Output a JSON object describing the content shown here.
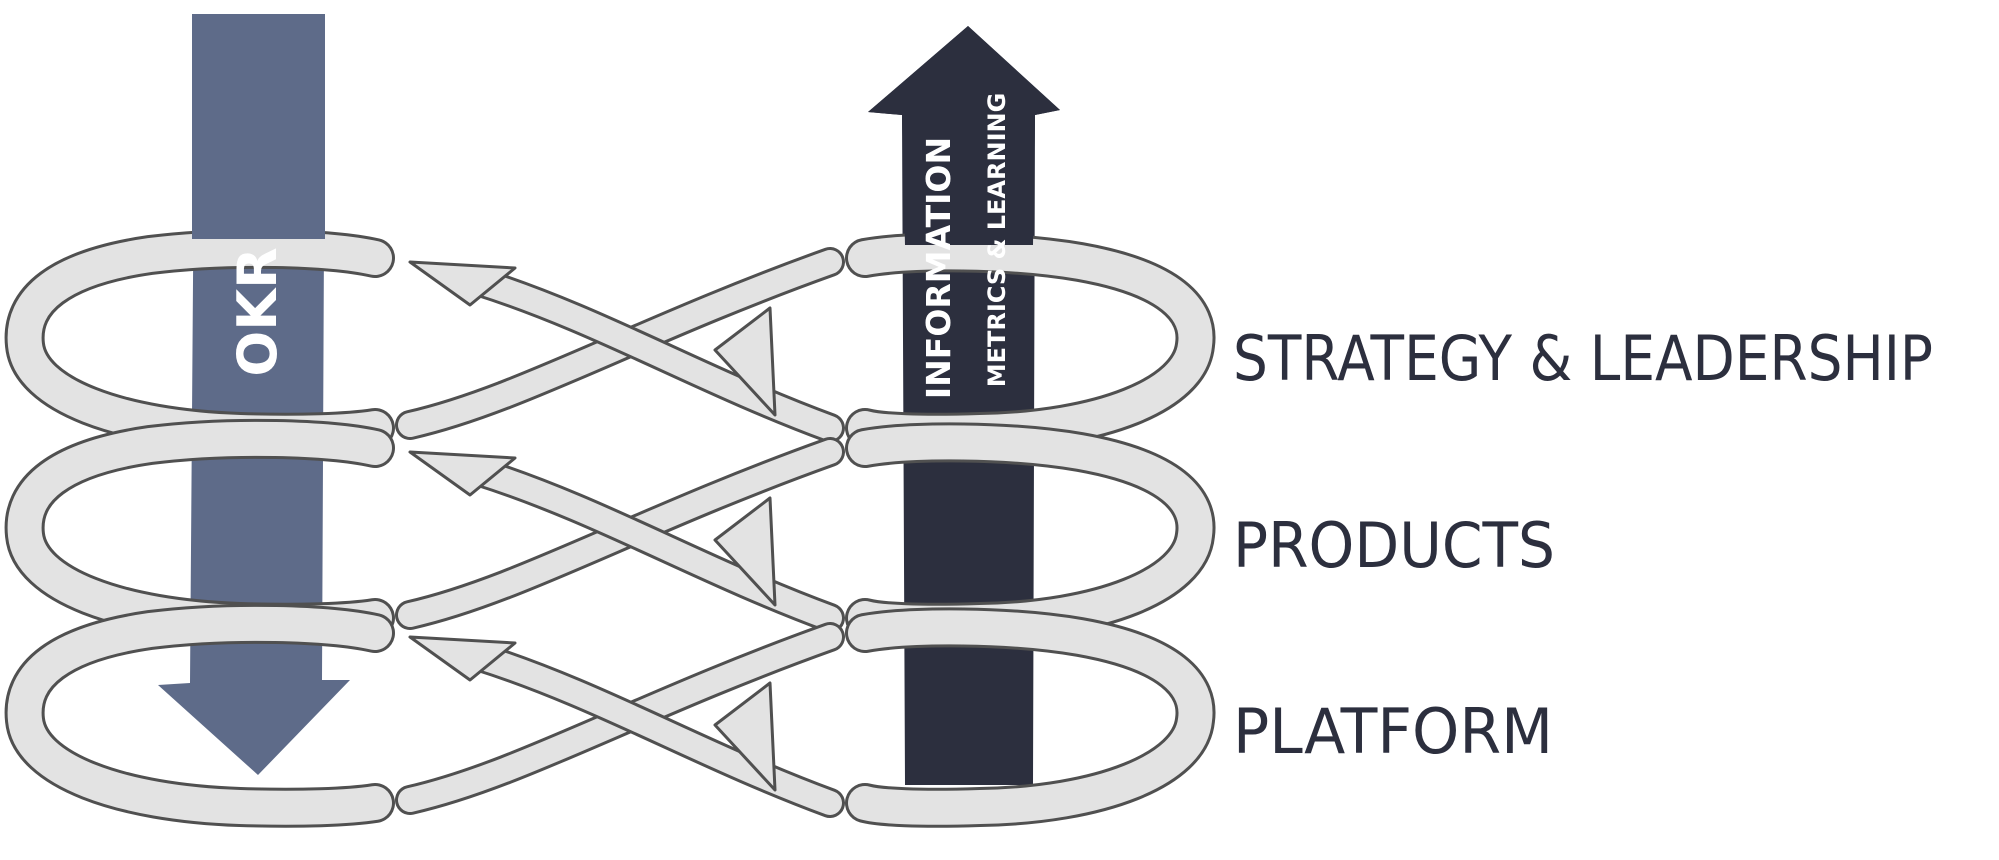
{
  "arrows": {
    "down": {
      "label": "OKR",
      "color": "#5e6b89"
    },
    "up": {
      "label_line1": "INFORMATION",
      "label_line2": "METRICS & LEARNING",
      "color": "#2c2f3e"
    }
  },
  "layers": [
    {
      "label": "STRATEGY & LEADERSHIP"
    },
    {
      "label": "PRODUCTS"
    },
    {
      "label": "PLATFORM"
    }
  ],
  "loop_color": "#e3e3e3",
  "loop_edge_color": "#505050"
}
